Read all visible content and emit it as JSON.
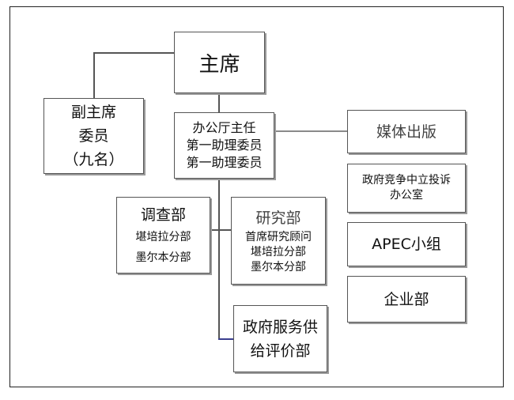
{
  "nodes": {
    "chairman": {
      "lines": [
        "主席"
      ]
    },
    "vice_chairman": {
      "lines": [
        "副主席",
        "委员",
        "（九名）"
      ]
    },
    "office": {
      "lines": [
        "办公厅主任",
        "第一助理委员",
        "第一助理委员"
      ]
    },
    "media": {
      "lines": [
        "媒体出版"
      ]
    },
    "competition_office": {
      "lines": [
        "政府竞争中立投诉",
        "办公室"
      ]
    },
    "apec": {
      "lines": [
        "APEC小组"
      ]
    },
    "enterprise": {
      "lines": [
        "企业部"
      ]
    },
    "investigation": {
      "lines": [
        "调查部",
        "堪培拉分部",
        "墨尔本分部"
      ]
    },
    "research": {
      "lines": [
        "研究部",
        "首席研究顾问",
        "堪培拉分部",
        "墨尔本分部"
      ]
    },
    "gov_services": {
      "lines": [
        "政府服务供",
        "给评价部"
      ]
    }
  }
}
